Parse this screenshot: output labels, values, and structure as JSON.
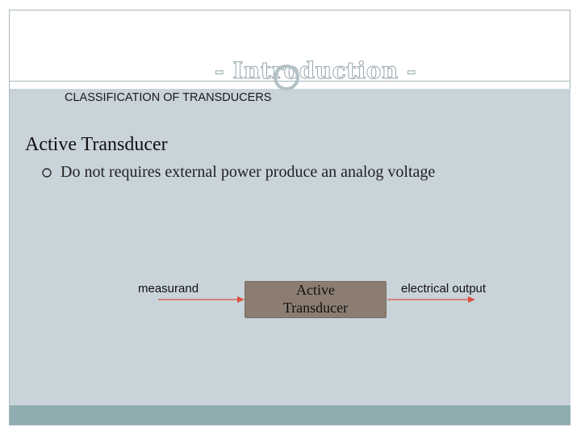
{
  "slide": {
    "title": "- Introduction -",
    "subtitle": "CLASSIFICATION OF TRANSDUCERS",
    "heading": "Active Transducer",
    "bullets": [
      {
        "icon": "hollow-circle-bullet-icon",
        "text": "Do not requires external power produce an analog voltage"
      }
    ]
  },
  "diagram": {
    "input_label": "measurand",
    "block_label": "Active\nTransducer",
    "output_label": "electrical output"
  },
  "colors": {
    "content_background": "#c9d3da",
    "footer_bar": "#8fadb0",
    "block_fill": "#8b7d72",
    "arrow": "#d9503f"
  }
}
